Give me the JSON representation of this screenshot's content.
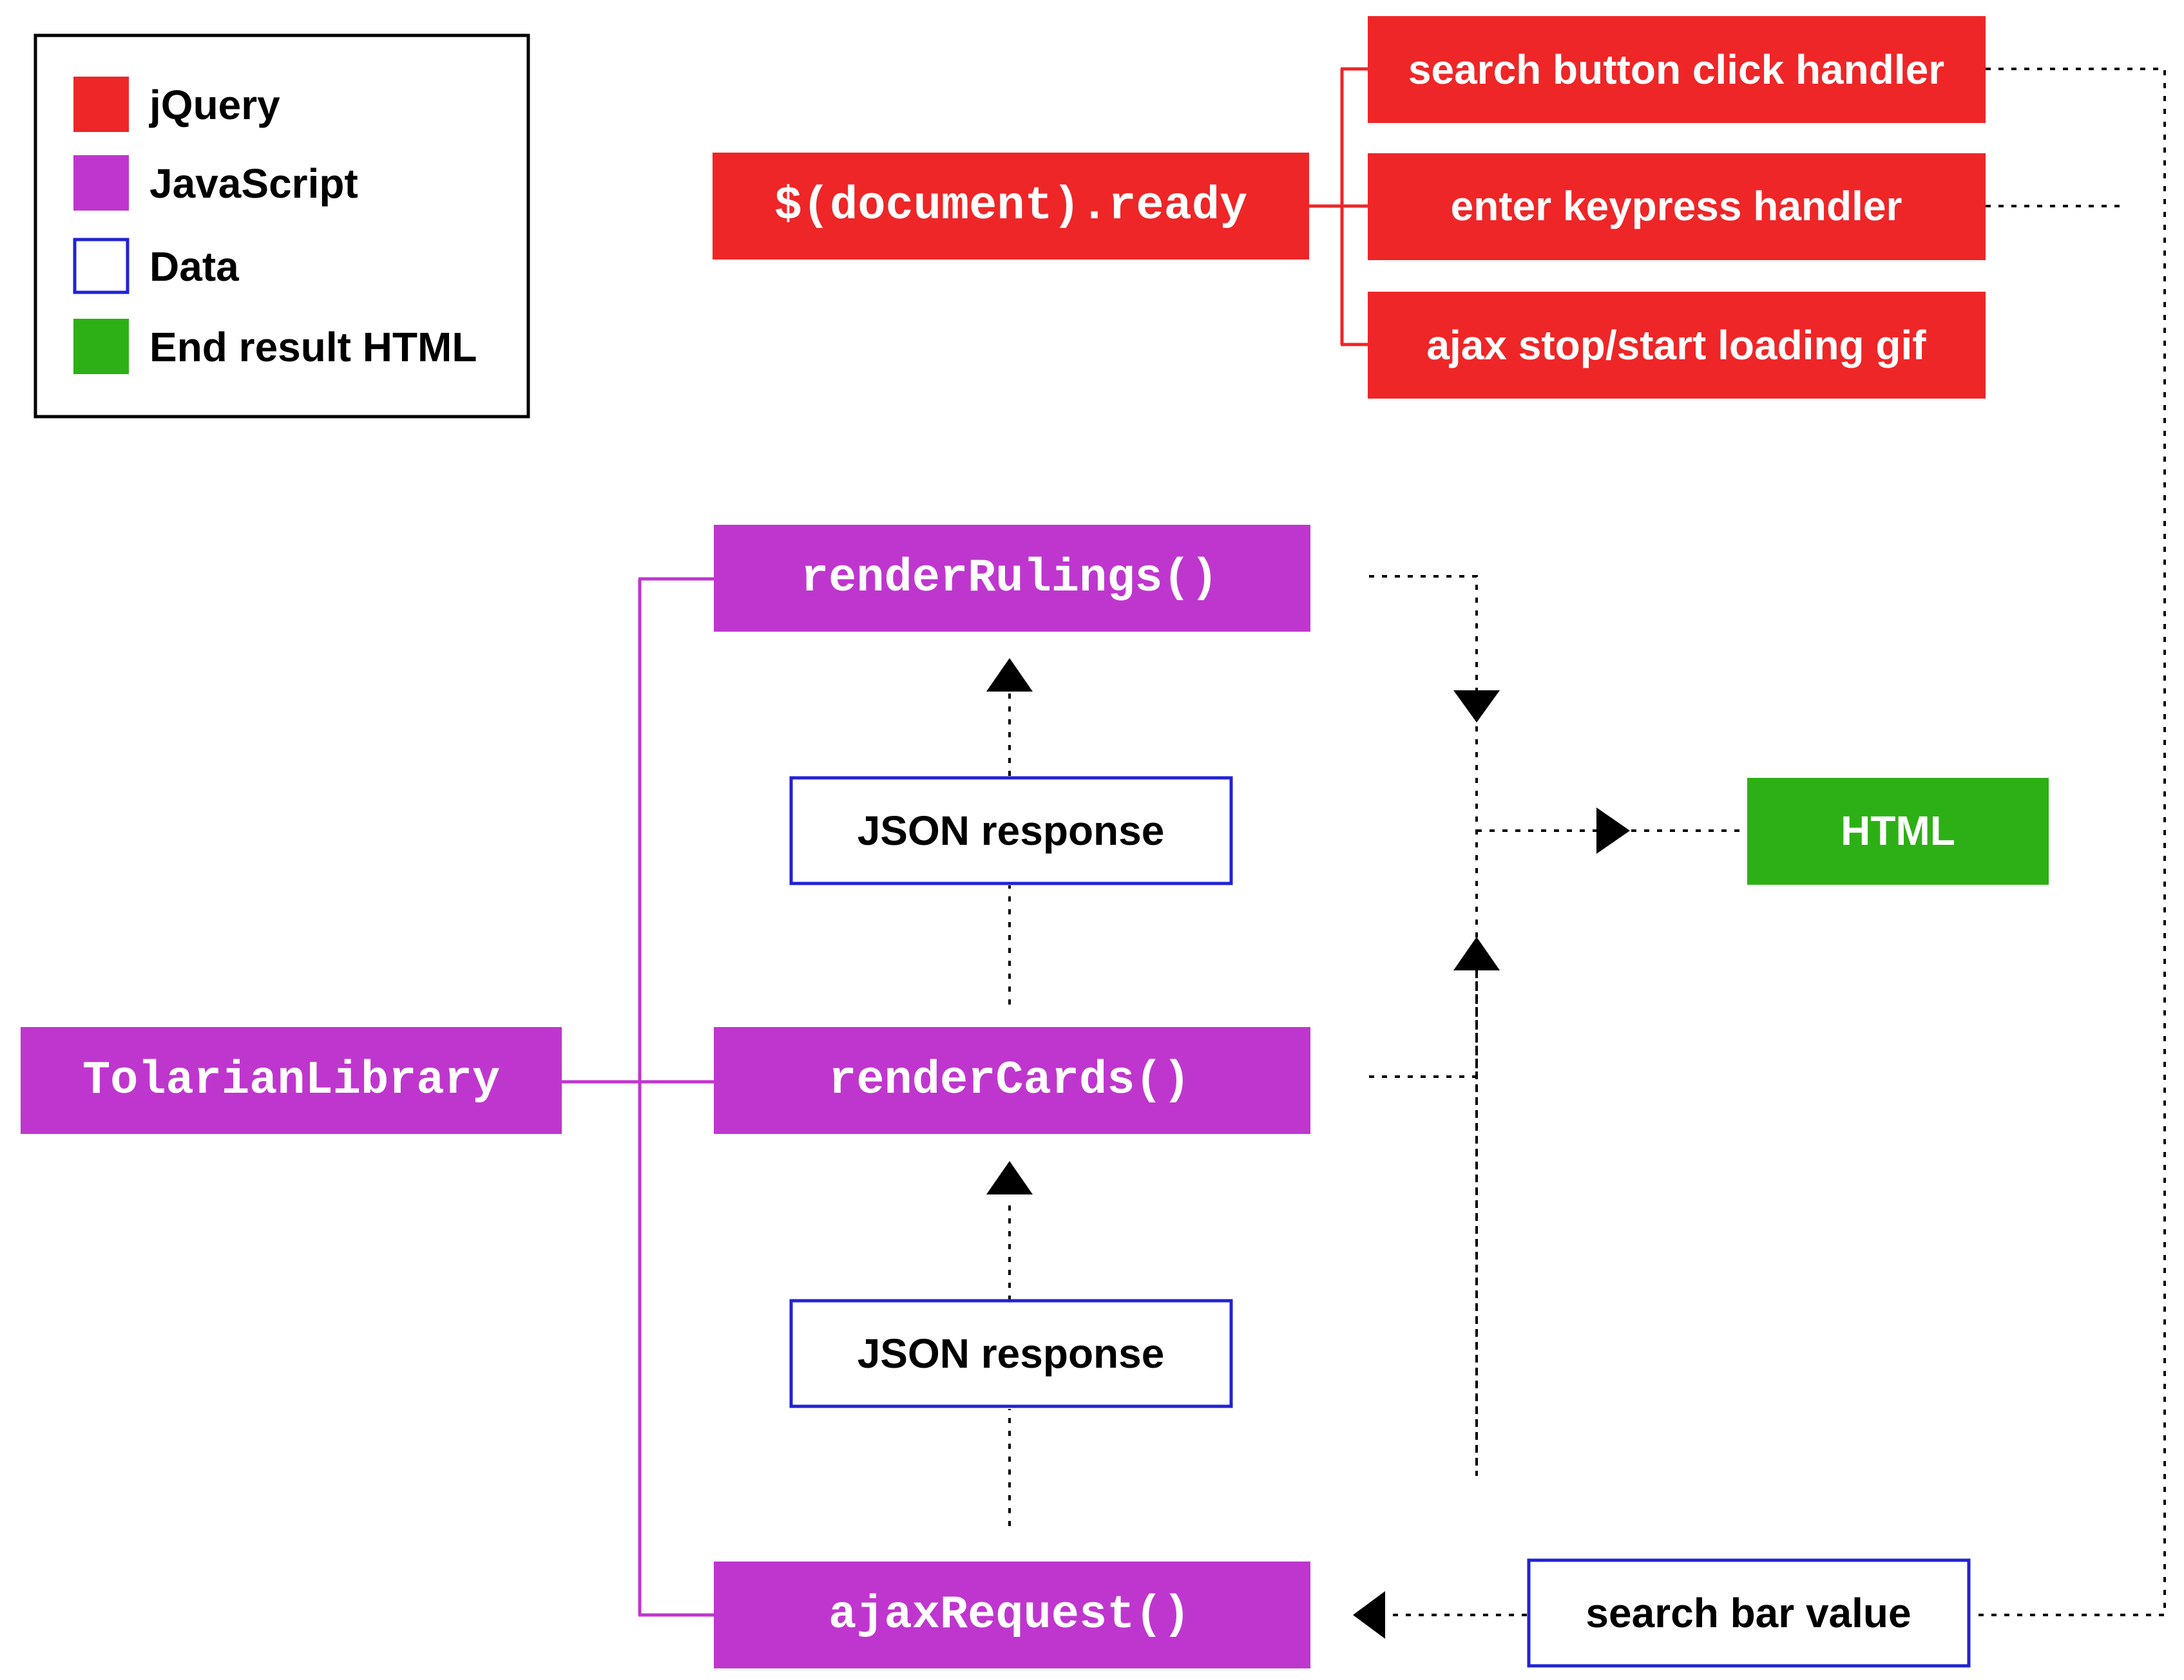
{
  "colors": {
    "jquery": "#EE2628",
    "javascript": "#BF36CE",
    "data_border": "#2222D4",
    "html_result": "#2DB016",
    "connector": "#000000"
  },
  "legend": {
    "items": [
      {
        "label": "jQuery",
        "color": "#EE2628",
        "style": "filled"
      },
      {
        "label": "JavaScript",
        "color": "#BF36CE",
        "style": "filled"
      },
      {
        "label": "Data",
        "color": "#2222D4",
        "style": "outline"
      },
      {
        "label": "End result HTML",
        "color": "#2DB016",
        "style": "filled"
      }
    ]
  },
  "nodes": {
    "document_ready": "$(document).ready",
    "search_click_handler": "search button click handler",
    "enter_keypress_handler": "enter keypress handler",
    "ajax_loading": "ajax stop/start loading gif",
    "render_rulings": "renderRulings()",
    "json_response_top": "JSON response",
    "render_cards": "renderCards()",
    "json_response_bottom": "JSON response",
    "ajax_request": "ajaxRequest()",
    "tolarian_library": "TolarianLibrary",
    "html": "HTML",
    "search_bar_value": "search bar value"
  }
}
